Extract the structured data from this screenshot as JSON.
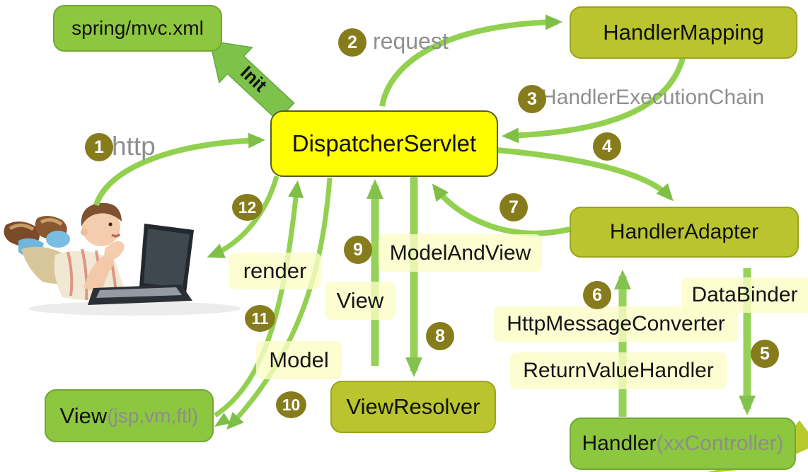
{
  "boxes": {
    "spring_mvc_xml": "spring/mvc.xml",
    "handler_mapping": "HandlerMapping",
    "dispatcher_servlet": "DispatcherServlet",
    "handler_adapter": "HandlerAdapter",
    "view_resolver": "ViewResolver",
    "view_main": "View",
    "view_sub": "(jsp,vm,ftl)",
    "handler_main": "Handler",
    "handler_sub": "(xxController)"
  },
  "init_arrow": {
    "label": "Init"
  },
  "flow_labels": {
    "http": "http",
    "request": "request",
    "handler_execution_chain": "HandlerExecutionChain"
  },
  "tags": {
    "render": "render",
    "model": "Model",
    "view": "View",
    "model_and_view": "ModelAndView",
    "http_message_converter": "HttpMessageConverter",
    "return_value_handler": "ReturnValueHandler",
    "data_binder": "DataBinder"
  },
  "steps": {
    "s1": "1",
    "s2": "2",
    "s3": "3",
    "s4": "4",
    "s5": "5",
    "s6": "6",
    "s7": "7",
    "s8": "8",
    "s9": "9",
    "s10": "10",
    "s11": "11",
    "s12": "12"
  },
  "colors": {
    "arrow_green": "#92d050",
    "arrow_head_green": "#7ebf47",
    "box_olive": "#b9c42e",
    "box_green": "#8dc63f",
    "box_yellow": "#ffff00",
    "step_circle": "#867c1c",
    "tag_background": "#fbfcc6",
    "muted_text": "#8f8f8f"
  }
}
